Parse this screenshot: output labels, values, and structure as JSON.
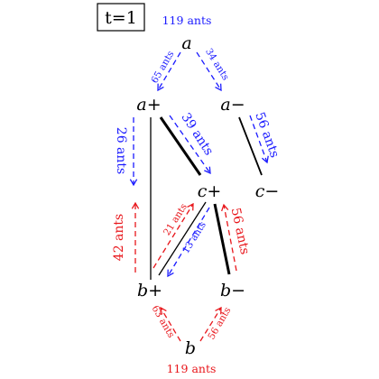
{
  "time_label": "t=1",
  "colors": {
    "blue": "#1a1aff",
    "red": "#e8161b",
    "black": "#000000"
  },
  "nodes": {
    "a": "a",
    "a_plus": "a+",
    "a_minus": "a−",
    "c_plus": "c+",
    "c_minus": "c−",
    "b_plus": "b+",
    "b_minus": "b−",
    "b": "b"
  },
  "top_total": "119 ants",
  "bottom_total": "119 ants",
  "flows": {
    "a_to_aplus": "65 ants",
    "a_to_aminus": "34 ants",
    "aplus_down": "26 ants",
    "aplus_to_cplus": "39 ants",
    "aminus_to_cminus": "56 ants",
    "bplus_up": "42 ants",
    "bplus_to_cplus": "21 ants",
    "cplus_to_bplus": "13 ants",
    "bminus_to_cplus": "56 ants",
    "b_to_bplus": "63 ants",
    "b_to_bminus": "56 ants"
  }
}
